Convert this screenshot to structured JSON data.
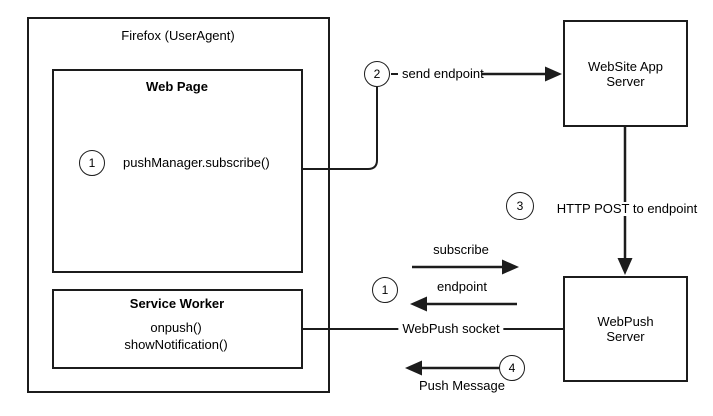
{
  "diagram": {
    "title_hint": "WebPush architecture flow diagram",
    "colors": {
      "line": "#1c1c1c",
      "background": "#ffffff",
      "text": "#000000"
    },
    "nodes": {
      "firefox": {
        "label": "Firefox (UserAgent)"
      },
      "web_page": {
        "title": "Web Page",
        "code": "pushManager.subscribe()"
      },
      "service_worker": {
        "title": "Service Worker",
        "method1": "onpush()",
        "method2": "showNotification()"
      },
      "website_app_server": {
        "label": "WebSite App Server"
      },
      "webpush_server": {
        "label": "WebPush Server"
      }
    },
    "steps": {
      "one": "1",
      "two": "2",
      "three": "3",
      "four": "4"
    },
    "edges": {
      "send_endpoint": "send endpoint",
      "http_post": "HTTP POST to endpoint",
      "subscribe": "subscribe",
      "endpoint": "endpoint",
      "webpush_socket": "WebPush socket",
      "push_message": "Push Message"
    }
  }
}
